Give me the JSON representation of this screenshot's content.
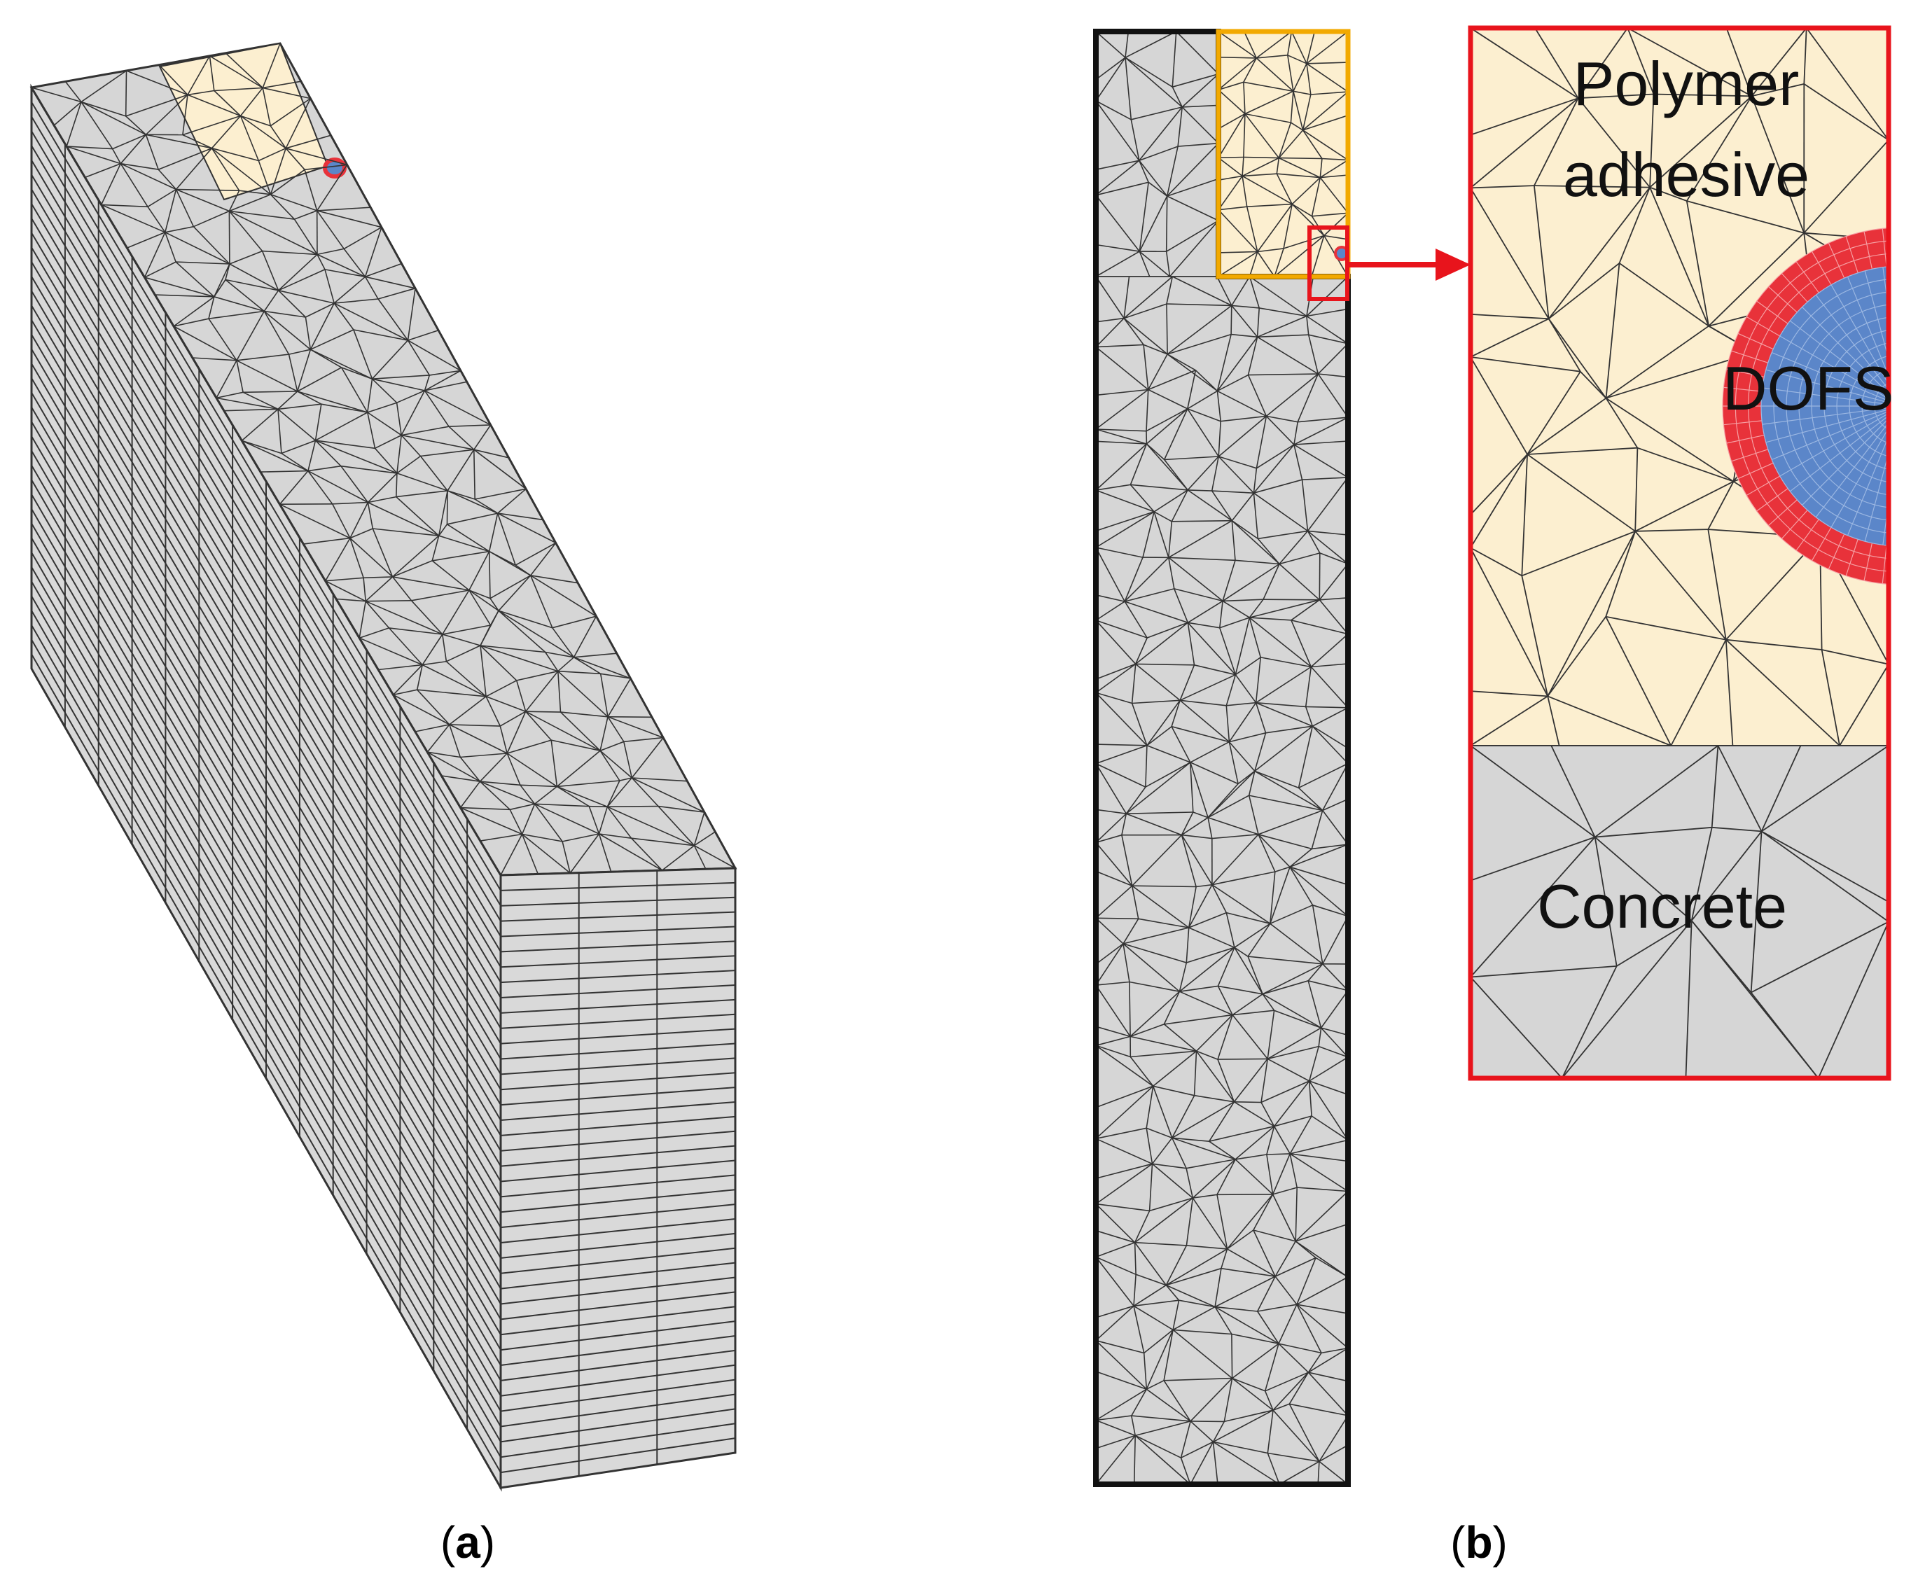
{
  "panels": [
    {
      "id": "a",
      "caption": {
        "open": "(",
        "letter": "a",
        "close": ")"
      }
    },
    {
      "id": "b",
      "caption": {
        "open": "(",
        "letter": "b",
        "close": ")"
      }
    }
  ],
  "zoom_labels": {
    "adhesive_line1": "Polymer",
    "adhesive_line2": "adhesive",
    "fiber": "DOFS",
    "concrete": "Concrete"
  },
  "colors": {
    "concrete": "#d6d6d6",
    "adhesive": "#fcefd0",
    "fiber_core": "#5b86c9",
    "fiber_coating": "#e8323a",
    "highlight_box": "#e8141c",
    "adhesive_outline": "#f2a900",
    "mesh_line": "#2b2b2b"
  }
}
